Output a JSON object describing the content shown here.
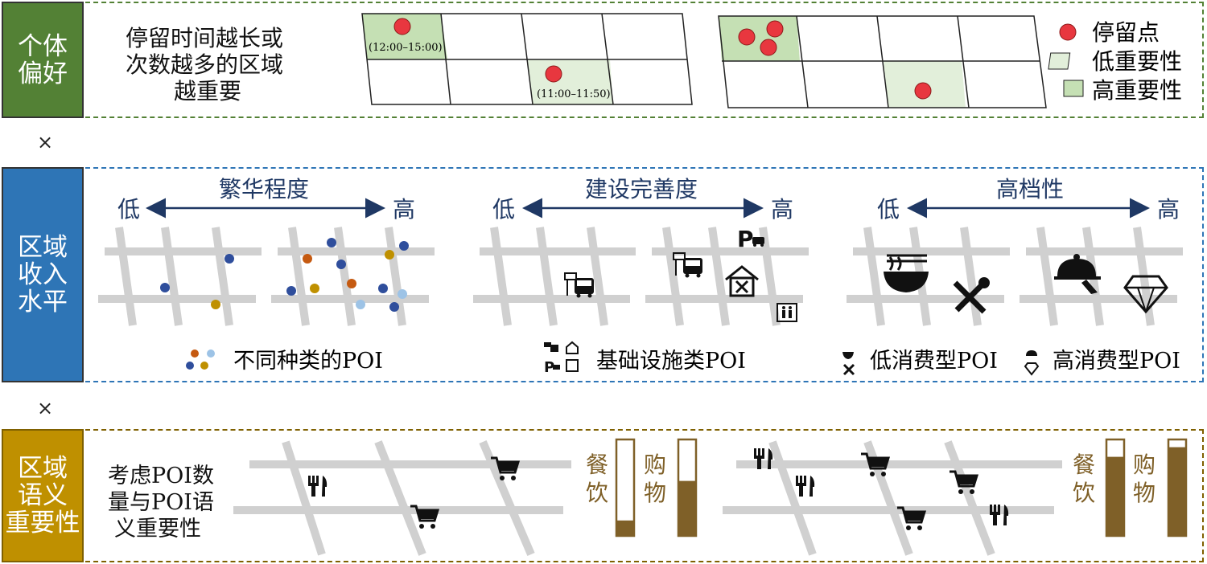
{
  "row1": {
    "label": "个体\n偏好",
    "desc_lines": [
      "停留时间越长或",
      "次数越多的区域",
      "越重要"
    ],
    "time_a": "(12:00–15:00)",
    "time_b": "(11:00–11:50)",
    "legend": {
      "stay_point": "停留点",
      "low_importance": "低重要性",
      "high_importance": "高重要性"
    },
    "colors": {
      "label_bg": "#538135",
      "border": "#538135",
      "high_fill": "#c5e0b4",
      "low_fill": "#e2efda",
      "stay_point": "#e8373f"
    }
  },
  "times_symbol": "×",
  "row2": {
    "label": "区域\n收入\n水平",
    "groups": [
      {
        "title": "繁华程度",
        "low": "低",
        "high": "高"
      },
      {
        "title": "建设完善度",
        "low": "低",
        "high": "高"
      },
      {
        "title": "高档性",
        "low": "低",
        "high": "高"
      }
    ],
    "legend": {
      "poi_types": "不同种类的POI",
      "infrastructure_poi": "基础设施类POI",
      "low_consumption_poi": "低消费型POI",
      "high_consumption_poi": "高消费型POI"
    },
    "icons": [
      "bus-stop-icon",
      "parking-icon",
      "repair-shop-icon",
      "restroom-icon",
      "noodle-bowl-icon",
      "wrench-screwdriver-icon",
      "cloche-icon",
      "diamond-icon",
      "fork-knife-icon",
      "shopping-cart-icon"
    ],
    "colors": {
      "label_bg": "#2e75b6",
      "border": "#2e75b6",
      "arrow": "#1f3864",
      "road": "#d0d0d0",
      "poi_blue": "#2f4e9c",
      "poi_orange": "#c55a11",
      "poi_gold": "#bf9000",
      "poi_light": "#9dc3e6"
    }
  },
  "row3": {
    "label": "区域\n语义\n重要性",
    "desc_lines": [
      "考虑POI数",
      "量与POI语",
      "义重要性"
    ],
    "bars": [
      {
        "name": "餐饮",
        "level": 0.16
      },
      {
        "name": "购物",
        "level": 0.57
      },
      {
        "name": "餐饮",
        "level": 0.82
      },
      {
        "name": "购物",
        "level": 0.92
      }
    ],
    "colors": {
      "label_bg": "#bf9000",
      "border": "#7f6000",
      "bar_fill": "#7f6028",
      "bar_text": "#7f6028"
    }
  }
}
